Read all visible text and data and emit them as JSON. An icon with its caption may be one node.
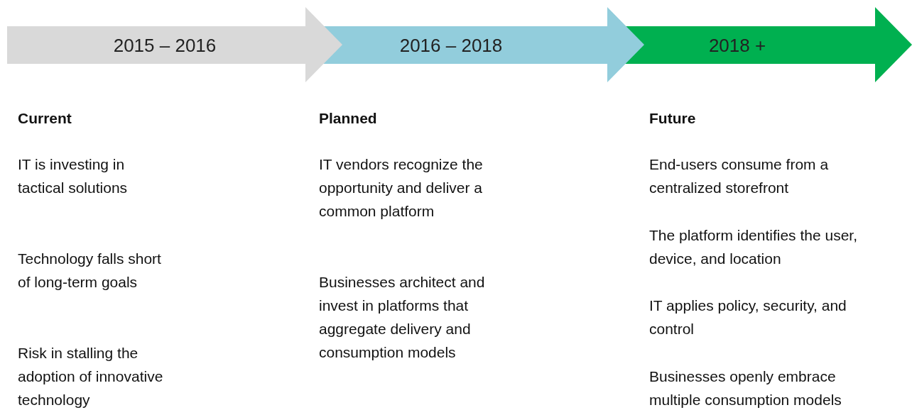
{
  "diagram": {
    "nodes": [
      {
        "text": [
          "2015 – 2016"
        ]
      },
      {
        "text": [
          "2016 – 2018"
        ]
      },
      {
        "text": [
          "2018 +"
        ]
      }
    ],
    "labels": [
      "Current",
      "Planned",
      "Future",
      "IT is investing in tactical solutions",
      "IT vendors recognize the opportunity and deliver a common platform",
      "End-users consume from a centralized storefront",
      "The platform identifies the user, device, and location",
      "Technology falls short of long-term goals",
      "Businesses architect and invest in platforms that aggregate delivery and consumption models",
      "IT applies policy, security, and control",
      "Risk in stalling the adoption of innovative technology",
      "Businesses openly embrace multiple consumption models"
    ]
  }
}
